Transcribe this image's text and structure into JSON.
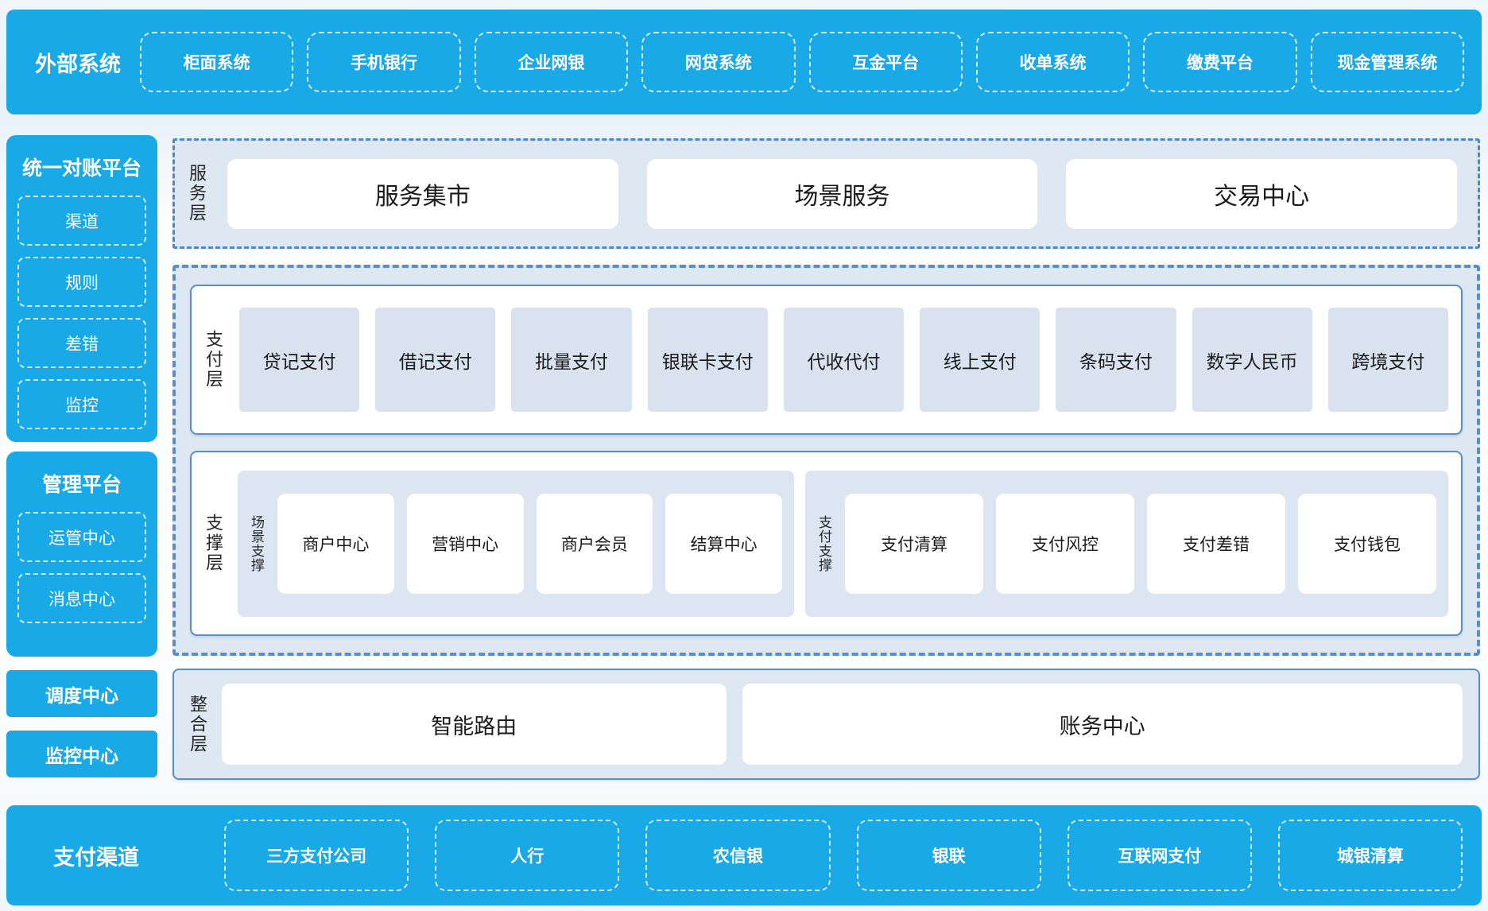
{
  "colors": {
    "brand_cyan": "#18a9e6",
    "panel_light_blue": "#dee8f3",
    "item_light_blue": "#d9e3f0",
    "border_blue": "#5b8ec9",
    "dashdot_blue": "#4e86c6",
    "text_dark": "#1b1b1b",
    "text_white": "#ffffff"
  },
  "top_bar": {
    "label": "外部系统",
    "items": [
      "柜面系统",
      "手机银行",
      "企业网银",
      "网贷系统",
      "互金平台",
      "收单系统",
      "缴费平台",
      "现金管理系统"
    ]
  },
  "sidebar": {
    "reconciliation": {
      "title": "统一对账平台",
      "items": [
        "渠道",
        "规则",
        "差错",
        "监控"
      ]
    },
    "management": {
      "title": "管理平台",
      "items": [
        "运管中心",
        "消息中心"
      ]
    },
    "scheduling_center": "调度中心",
    "monitoring_center": "监控中心"
  },
  "layers": {
    "service": {
      "label": "服务层",
      "items": [
        "服务集市",
        "场景服务",
        "交易中心"
      ]
    },
    "payment": {
      "label": "支付层",
      "items": [
        "贷记支付",
        "借记支付",
        "批量支付",
        "银联卡支付",
        "代收代付",
        "线上支付",
        "条码支付",
        "数字人民币",
        "跨境支付"
      ]
    },
    "support": {
      "label": "支撑层",
      "groups": [
        {
          "label": "场景支撑",
          "items": [
            "商户中心",
            "营销中心",
            "商户会员",
            "结算中心"
          ]
        },
        {
          "label": "支付支撑",
          "items": [
            "支付清算",
            "支付风控",
            "支付差错",
            "支付钱包"
          ]
        }
      ]
    },
    "integration": {
      "label": "整合层",
      "items": [
        "智能路由",
        "账务中心"
      ]
    }
  },
  "bottom_bar": {
    "label": "支付渠道",
    "items": [
      "三方支付公司",
      "人行",
      "农信银",
      "银联",
      "互联网支付",
      "城银清算"
    ]
  }
}
